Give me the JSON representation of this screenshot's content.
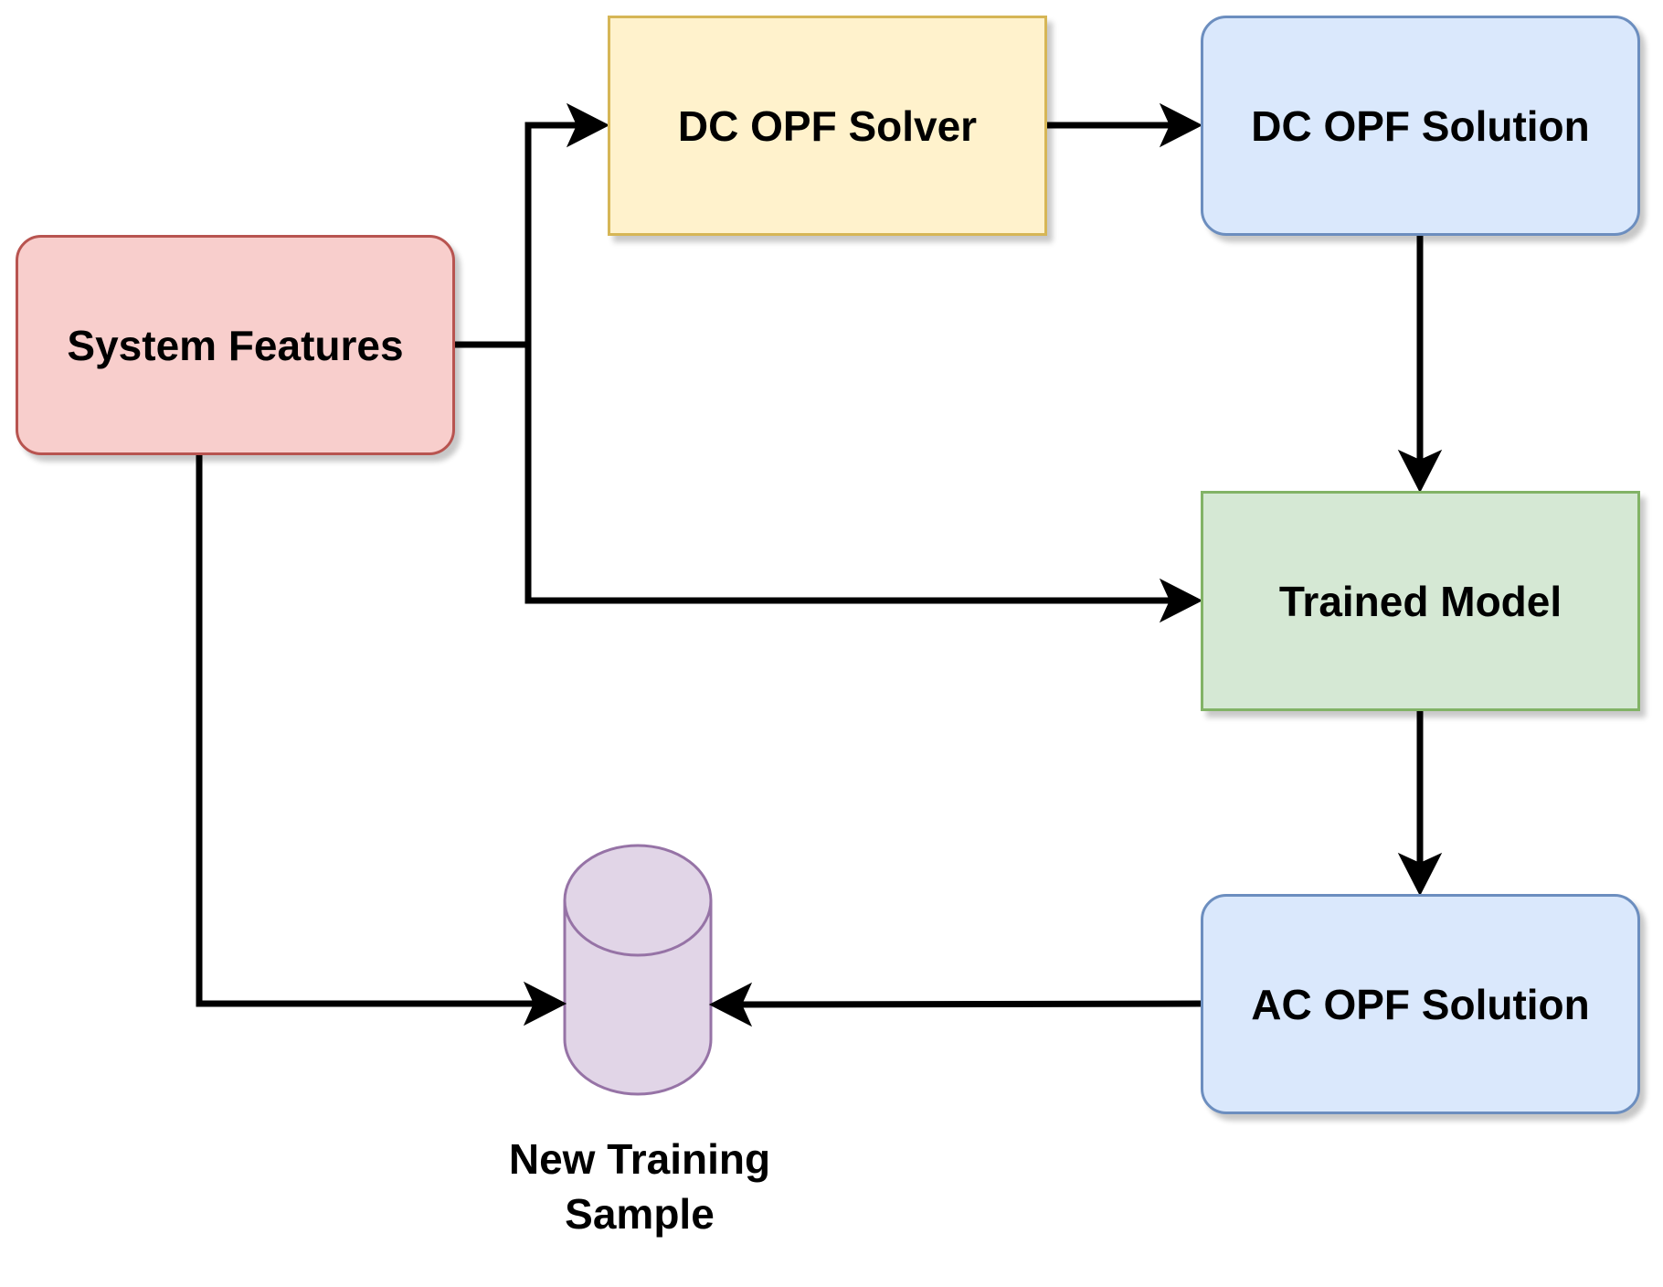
{
  "nodes": {
    "system_features": {
      "label": "System Features",
      "fill": "#f8cecc",
      "stroke": "#b85450"
    },
    "dc_opf_solver": {
      "label": "DC OPF Solver",
      "fill": "#fff2cc",
      "stroke": "#d6b656"
    },
    "dc_opf_solution": {
      "label": "DC OPF Solution",
      "fill": "#dae8fc",
      "stroke": "#6c8ebf"
    },
    "trained_model": {
      "label": "Trained Model",
      "fill": "#d5e8d4",
      "stroke": "#82b366"
    },
    "ac_opf_solution": {
      "label": "AC OPF Solution",
      "fill": "#dae8fc",
      "stroke": "#6c8ebf"
    },
    "new_training_sample": {
      "label_line1": "New Training",
      "label_line2": "Sample",
      "fill": "#e1d5e7",
      "stroke": "#9673a6"
    }
  },
  "edges": [
    {
      "from": "System Features",
      "to": "DC OPF Solver"
    },
    {
      "from": "System Features",
      "to": "Trained Model"
    },
    {
      "from": "System Features",
      "to": "New Training Sample"
    },
    {
      "from": "DC OPF Solver",
      "to": "DC OPF Solution"
    },
    {
      "from": "DC OPF Solution",
      "to": "Trained Model"
    },
    {
      "from": "Trained Model",
      "to": "AC OPF Solution"
    },
    {
      "from": "AC OPF Solution",
      "to": "New Training Sample"
    }
  ],
  "edge_color": "#000000"
}
